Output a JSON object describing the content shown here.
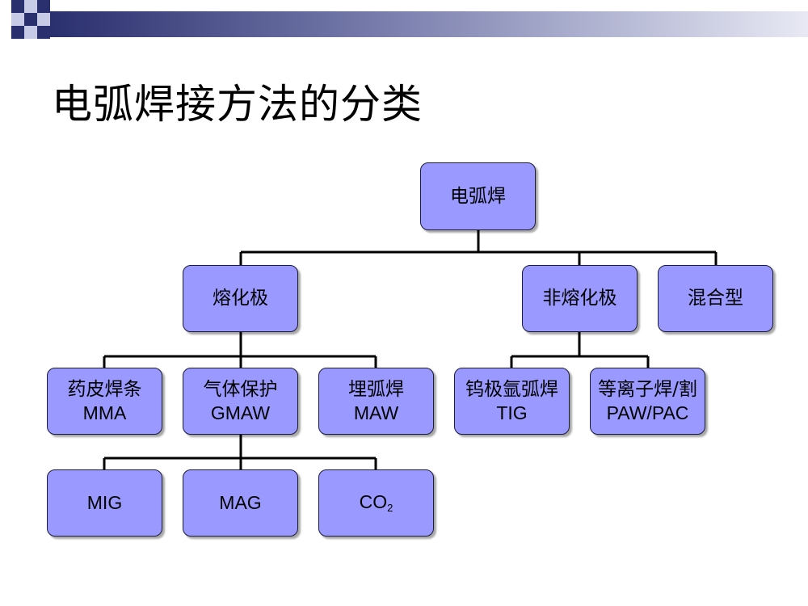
{
  "slide": {
    "title": "电弧焊接方法的分类",
    "colors": {
      "box_fill": "#9999ff",
      "box_border": "#1a1a3a",
      "connector": "#000000",
      "deco_dark": "#2a2f6e",
      "deco_light": "#c8cbe6"
    }
  },
  "tree": {
    "root": "电弧焊",
    "level1": {
      "consumable": "熔化极",
      "non_consumable": "非熔化极",
      "hybrid": "混合型"
    },
    "consumable_children": {
      "smaw": {
        "name": "药皮焊条",
        "abbr": "MMA"
      },
      "gmaw": {
        "name": "气体保护",
        "abbr": "GMAW"
      },
      "saw": {
        "name": "埋弧焊",
        "abbr": "MAW"
      }
    },
    "non_consumable_children": {
      "tig": {
        "name": "钨极氩弧焊",
        "abbr": "TIG"
      },
      "plasma": {
        "name": "等离子焊/割",
        "abbr": "PAW/PAC"
      }
    },
    "gmaw_children": {
      "mig": "MIG",
      "mag": "MAG",
      "co2": {
        "base": "CO",
        "subscript": "2"
      }
    }
  }
}
